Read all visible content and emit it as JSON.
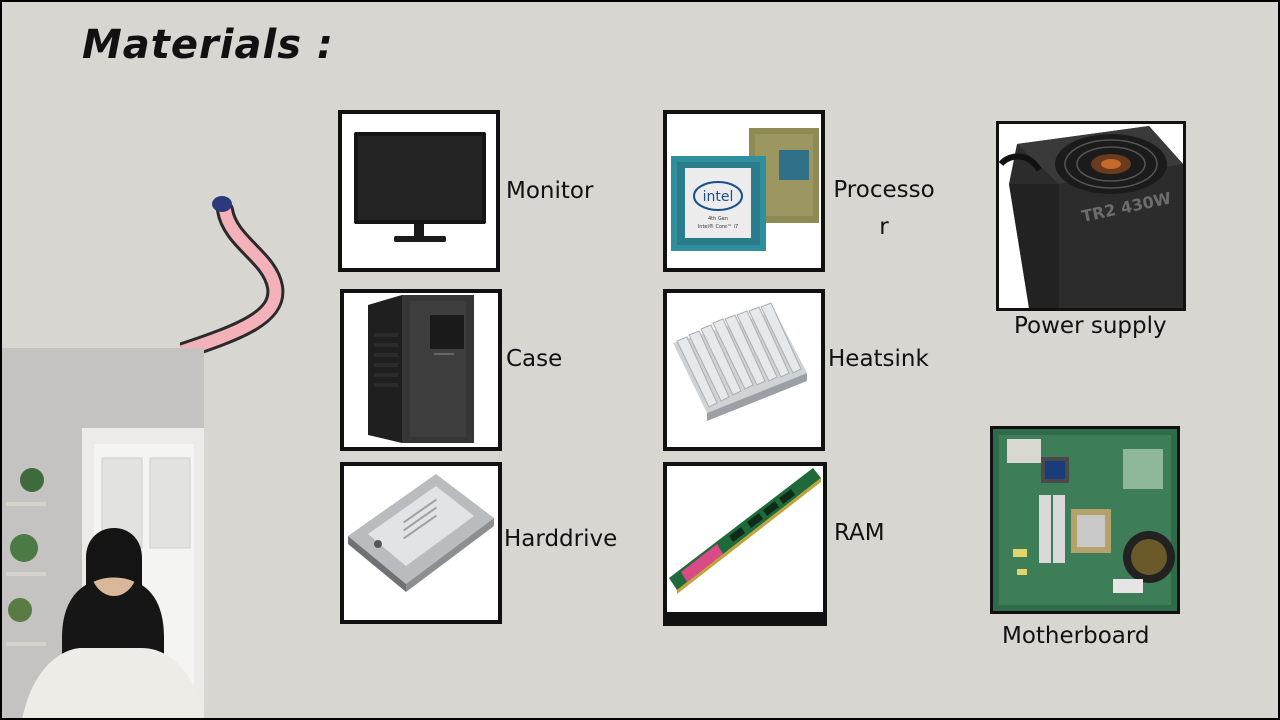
{
  "slide": {
    "title": "Materials :",
    "items": [
      {
        "id": "monitor",
        "label": "Monitor",
        "icon": "monitor-icon"
      },
      {
        "id": "processor",
        "label": "Processor",
        "icon": "processor-icon",
        "chip_text": "intel",
        "chip_sub1": "4th Gen",
        "chip_sub2": "Intel® Core™ i7"
      },
      {
        "id": "power-supply",
        "label": "Power supply",
        "icon": "power-supply-icon",
        "psu_text": "TR2 430W"
      },
      {
        "id": "case",
        "label": "Case",
        "icon": "pc-case-icon"
      },
      {
        "id": "heatsink",
        "label": "Heatsink",
        "icon": "heatsink-icon"
      },
      {
        "id": "harddrive",
        "label": "Harddrive",
        "icon": "harddrive-icon"
      },
      {
        "id": "ram",
        "label": "RAM",
        "icon": "ram-icon"
      },
      {
        "id": "motherboard",
        "label": "Motherboard",
        "icon": "motherboard-icon"
      }
    ]
  },
  "colors": {
    "background": "#d8d6d1",
    "border": "#111111",
    "worm": "#f3b1ba"
  }
}
